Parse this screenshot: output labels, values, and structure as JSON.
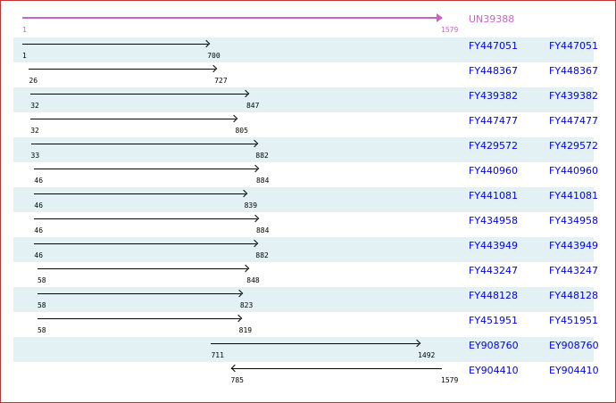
{
  "scale": {
    "min": 1,
    "max": 1579
  },
  "query": {
    "accession": "UN39388",
    "start": "1",
    "end": "1579",
    "color": "#c864c8"
  },
  "link_color": "#0000ee",
  "rows": [
    {
      "start": 1,
      "end": 700,
      "strand": "+",
      "acc1": "FY447051",
      "acc2": "FY447051"
    },
    {
      "start": 26,
      "end": 727,
      "strand": "+",
      "acc1": "FY448367",
      "acc2": "FY448367"
    },
    {
      "start": 32,
      "end": 847,
      "strand": "+",
      "acc1": "FY439382",
      "acc2": "FY439382"
    },
    {
      "start": 32,
      "end": 805,
      "strand": "+",
      "acc1": "FY447477",
      "acc2": "FY447477"
    },
    {
      "start": 33,
      "end": 882,
      "strand": "+",
      "acc1": "FY429572",
      "acc2": "FY429572"
    },
    {
      "start": 46,
      "end": 884,
      "strand": "+",
      "acc1": "FY440960",
      "acc2": "FY440960"
    },
    {
      "start": 46,
      "end": 839,
      "strand": "+",
      "acc1": "FY441081",
      "acc2": "FY441081"
    },
    {
      "start": 46,
      "end": 884,
      "strand": "+",
      "acc1": "FY434958",
      "acc2": "FY434958"
    },
    {
      "start": 46,
      "end": 882,
      "strand": "+",
      "acc1": "FY443949",
      "acc2": "FY443949"
    },
    {
      "start": 58,
      "end": 848,
      "strand": "+",
      "acc1": "FY443247",
      "acc2": "FY443247"
    },
    {
      "start": 58,
      "end": 823,
      "strand": "+",
      "acc1": "FY448128",
      "acc2": "FY448128"
    },
    {
      "start": 58,
      "end": 819,
      "strand": "+",
      "acc1": "FY451951",
      "acc2": "FY451951"
    },
    {
      "start": 711,
      "end": 1492,
      "strand": "+",
      "acc1": "EY908760",
      "acc2": "EY908760"
    },
    {
      "start": 785,
      "end": 1579,
      "strand": "-",
      "acc1": "EY904410",
      "acc2": "EY904410"
    }
  ]
}
